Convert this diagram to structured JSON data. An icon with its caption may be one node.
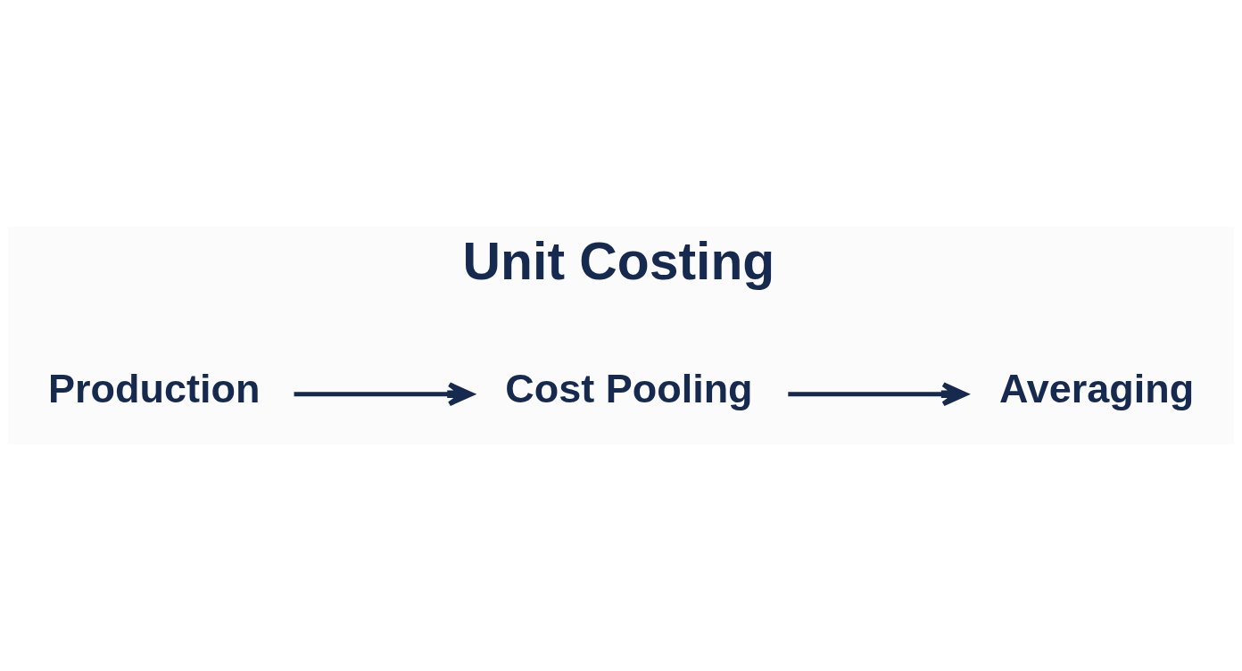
{
  "diagram": {
    "title": "Unit Costing",
    "nodes": [
      {
        "text": [
          "Production"
        ]
      },
      {
        "text": [
          "Cost Pooling"
        ]
      },
      {
        "text": [
          "Averaging"
        ]
      }
    ],
    "edges": [
      {
        "from": 0,
        "to": 1,
        "arrow": "to"
      },
      {
        "from": 1,
        "to": 2,
        "arrow": "to"
      }
    ]
  }
}
